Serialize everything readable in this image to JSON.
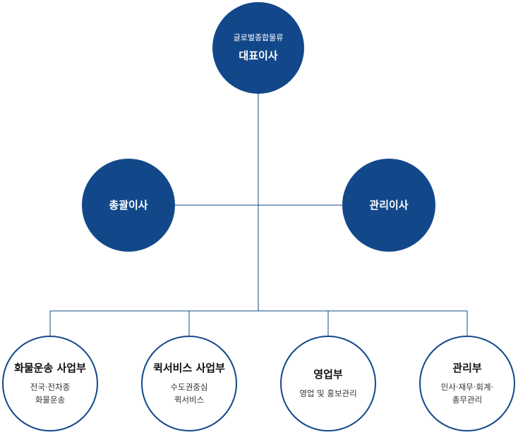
{
  "colors": {
    "primary": "#12488a",
    "line": "#12488a"
  },
  "ceo": {
    "company": "글로벌종합물류",
    "title": "대표이사"
  },
  "directors": [
    {
      "title": "총괄이사"
    },
    {
      "title": "관리이사"
    }
  ],
  "departments": [
    {
      "name": "화물운송 사업부",
      "desc1": "전국·전차종",
      "desc2": "화물운송"
    },
    {
      "name": "퀵서비스 사업부",
      "desc1": "수도권중심",
      "desc2": "퀵서비스"
    },
    {
      "name": "영업부",
      "desc1": "영업 및 홍보관리",
      "desc2": ""
    },
    {
      "name": "관리부",
      "desc1": "인사·재무·회계·",
      "desc2": "총무관리"
    }
  ]
}
